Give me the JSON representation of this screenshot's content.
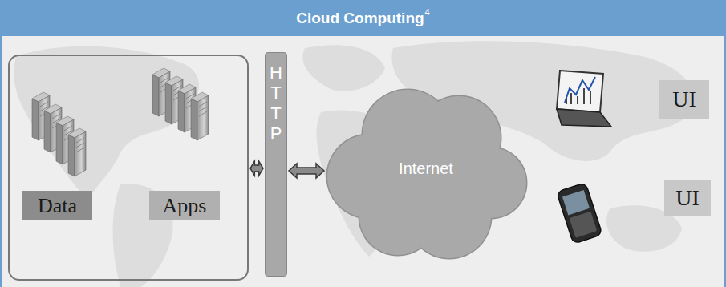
{
  "diagram": {
    "title": "Cloud Computing",
    "nodes": [
      {
        "text": []
      },
      {
        "text": [
          "Data"
        ],
        "in": 0
      },
      {
        "text": [
          "Apps"
        ],
        "in": 0
      },
      {
        "text": [
          "H T T P"
        ]
      },
      {
        "text": [
          "Internet"
        ]
      },
      {
        "text": [
          "UI"
        ]
      },
      {
        "text": [
          "UI"
        ]
      }
    ],
    "edges": [
      {
        "from": 0,
        "to": 3,
        "arrow": "both"
      },
      {
        "from": 3,
        "to": 4,
        "arrow": "both"
      }
    ],
    "labels": [
      "4"
    ]
  }
}
